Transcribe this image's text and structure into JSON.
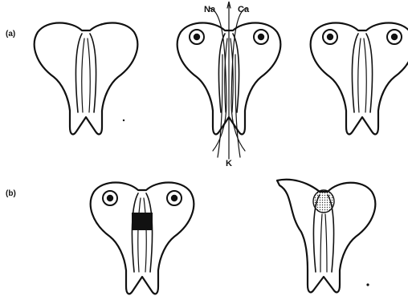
{
  "panels": {
    "a": {
      "label": "(a)"
    },
    "b": {
      "label": "(b)"
    }
  },
  "ions": {
    "sodium": "Na",
    "calcium": "Ca",
    "potassium": "K"
  }
}
